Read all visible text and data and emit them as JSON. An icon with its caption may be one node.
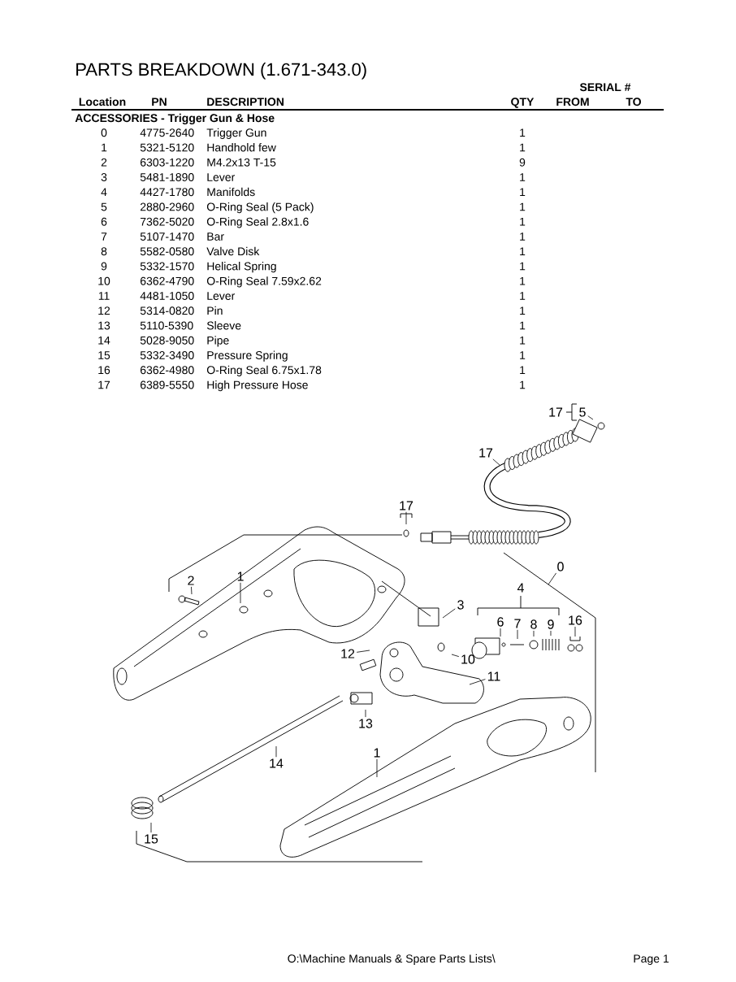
{
  "diagram": {
    "title": "PARTS BREAKDOWN (1.671-343.0)",
    "nodes": [
      {
        "text": [
          "17"
        ]
      },
      {
        "text": [
          "5"
        ]
      },
      {
        "text": [
          "17"
        ]
      },
      {
        "text": [
          "17"
        ]
      },
      {
        "text": [
          "0"
        ]
      },
      {
        "text": [
          "2"
        ]
      },
      {
        "text": [
          "1"
        ]
      },
      {
        "text": [
          "4"
        ]
      },
      {
        "text": [
          "3"
        ]
      },
      {
        "text": [
          "6"
        ]
      },
      {
        "text": [
          "7"
        ]
      },
      {
        "text": [
          "8"
        ]
      },
      {
        "text": [
          "9"
        ]
      },
      {
        "text": [
          "16"
        ]
      },
      {
        "text": [
          "12"
        ]
      },
      {
        "text": [
          "10"
        ]
      },
      {
        "text": [
          "11"
        ]
      },
      {
        "text": [
          "13"
        ]
      },
      {
        "text": [
          "1"
        ]
      },
      {
        "text": [
          "14"
        ]
      },
      {
        "text": [
          "15"
        ]
      }
    ],
    "edges": [
      {
        "from": 1,
        "to": null,
        "arrow": "none"
      },
      {
        "from": 2,
        "to": null,
        "arrow": "none"
      },
      {
        "from": 3,
        "to": null,
        "arrow": "none"
      },
      {
        "from": 4,
        "to": null,
        "arrow": "none"
      },
      {
        "from": 5,
        "to": null,
        "arrow": "none"
      },
      {
        "from": 6,
        "to": null,
        "arrow": "none"
      },
      {
        "from": 8,
        "to": null,
        "arrow": "none"
      },
      {
        "from": 9,
        "to": null,
        "arrow": "none"
      },
      {
        "from": 10,
        "to": null,
        "arrow": "none"
      },
      {
        "from": 11,
        "to": null,
        "arrow": "none"
      },
      {
        "from": 12,
        "to": null,
        "arrow": "none"
      },
      {
        "from": 13,
        "to": null,
        "arrow": "none"
      },
      {
        "from": 14,
        "to": null,
        "arrow": "none"
      },
      {
        "from": 15,
        "to": null,
        "arrow": "none"
      },
      {
        "from": 16,
        "to": null,
        "arrow": "none"
      },
      {
        "from": 17,
        "to": null,
        "arrow": "none"
      },
      {
        "from": 18,
        "to": null,
        "arrow": "none"
      },
      {
        "from": 19,
        "to": null,
        "arrow": "none"
      },
      {
        "from": 20,
        "to": null,
        "arrow": "none"
      }
    ],
    "labels": [
      "SERIAL #",
      "Location",
      "PN",
      "DESCRIPTION",
      "QTY",
      "FROM",
      "TO",
      "ACCESSORIES - Trigger Gun & Hose",
      "0",
      "4775-2640",
      "Trigger Gun",
      "1",
      "1",
      "5321-5120",
      "Handhold few",
      "1",
      "2",
      "6303-1220",
      "M4.2x13 T-15",
      "9",
      "3",
      "5481-1890",
      "Lever",
      "1",
      "4",
      "4427-1780",
      "Manifolds",
      "1",
      "5",
      "2880-2960",
      "O-Ring Seal (5 Pack)",
      "1",
      "6",
      "7362-5020",
      "O-Ring Seal 2.8x1.6",
      "1",
      "7",
      "5107-1470",
      "Bar",
      "1",
      "8",
      "5582-0580",
      "Valve Disk",
      "1",
      "9",
      "5332-1570",
      "Helical Spring",
      "1",
      "10",
      "6362-4790",
      "O-Ring Seal  7.59x2.62",
      "1",
      "11",
      "4481-1050",
      "Lever",
      "1",
      "12",
      "5314-0820",
      "Pin",
      "1",
      "13",
      "5110-5390",
      "Sleeve",
      "1",
      "14",
      "5028-9050",
      "Pipe",
      "1",
      "15",
      "5332-3490",
      "Pressure Spring",
      "1",
      "16",
      "6362-4980",
      "O-Ring Seal 6.75x1.78",
      "1",
      "17",
      "6389-5550",
      "High Pressure Hose",
      "1",
      "O:\\Machine Manuals & Spare Parts Lists\\",
      "Page 1"
    ]
  }
}
